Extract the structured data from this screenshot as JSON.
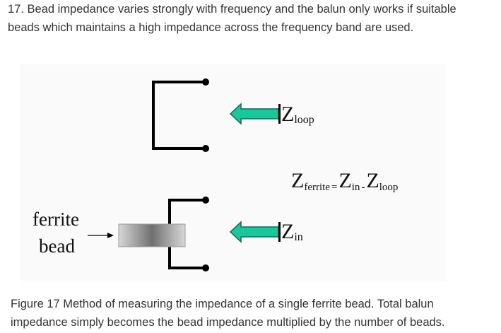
{
  "paragraph": {
    "line1": "17. Bead impedance varies strongly with frequency and the balun only works if suitable",
    "line2": "beads which maintains a high impedance across the frequency band are used."
  },
  "figure": {
    "z_loop": {
      "main": "Z",
      "sub": "loop"
    },
    "z_in": {
      "main": "Z",
      "sub": "in"
    },
    "equation": {
      "lhs_main": "Z",
      "lhs_sub": "ferrite",
      "equals": "=",
      "t1_main": "Z",
      "t1_sub": "in",
      "minus": "-",
      "t2_main": "Z",
      "t2_sub": "loop"
    },
    "bead_label": {
      "line1": "ferrite",
      "line2": "bead"
    },
    "colors": {
      "arrow_fill": "#19c89a",
      "arrow_stroke": "#0e6b50",
      "wire": "#000000",
      "bead_mid": "#707070"
    }
  },
  "caption": {
    "line1": "Figure 17 Method of measuring the impedance of a single ferrite bead. Total balun",
    "line2": "impedance simply becomes the bead impedance multiplied by the number of beads."
  }
}
